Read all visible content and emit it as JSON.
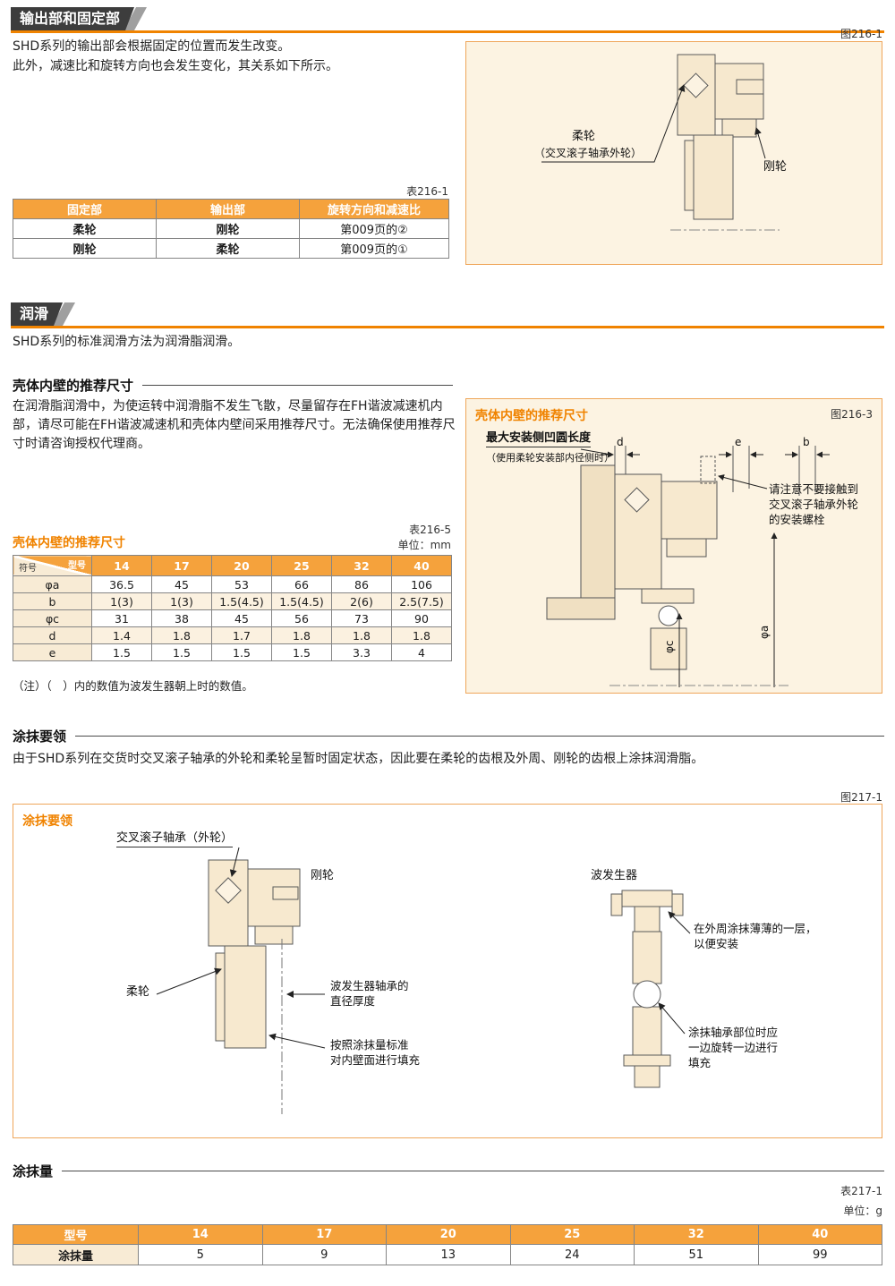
{
  "colors": {
    "accent_orange": "#F08300",
    "table_header_orange": "#F5A23C",
    "banner_dark": "#3D3D3D",
    "figure_bg_cream": "#FCF3E2",
    "cell_cream": "#F8EBD5"
  },
  "section1": {
    "title": "输出部和固定部",
    "para1": "SHD系列的输出部会根据固定的位置而发生改变。",
    "para2": "此外，减速比和旋转方向也会发生变化，其关系如下所示。",
    "figure": {
      "tag": "图216-1",
      "label_flexspline": "柔轮",
      "label_flexspline_sub": "（交叉滚子轴承外轮）",
      "label_circular": "刚轮"
    },
    "table": {
      "tag": "表216-1",
      "headers": [
        "固定部",
        "输出部",
        "旋转方向和减速比"
      ],
      "rows": [
        [
          "柔轮",
          "刚轮",
          "第009页的②"
        ],
        [
          "刚轮",
          "柔轮",
          "第009页的①"
        ]
      ]
    }
  },
  "section2": {
    "title": "润滑",
    "para": "SHD系列的标准润滑方法为润滑脂润滑。",
    "subtitle": "壳体内壁的推荐尺寸",
    "body": "在润滑脂润滑中，为使运转中润滑脂不发生飞散，尽量留存在FH谐波减速机内部，请尽可能在FH谐波减速机和壳体内壁间采用推荐尺寸。无法确保使用推荐尺寸时请咨询授权代理商。",
    "figure": {
      "tag": "图216-3",
      "title": "壳体内壁的推荐尺寸",
      "note_line1": "最大安装侧凹圆长度",
      "note_line2": "（使用柔轮安装部内径侧时）",
      "dim_d": "d",
      "dim_e": "e",
      "dim_b": "b",
      "callout": "请注意不要接触到\n交叉滚子轴承外轮\n的安装螺栓",
      "dim_phi_c": "φc",
      "dim_phi_a": "φa"
    },
    "table": {
      "tag": "表216-5",
      "unit": "单位：mm",
      "title": "壳体内壁的推荐尺寸",
      "corner_top": "型号",
      "corner_bottom": "符号",
      "models": [
        "14",
        "17",
        "20",
        "25",
        "32",
        "40"
      ],
      "rows": [
        {
          "label": "φa",
          "values": [
            "36.5",
            "45",
            "53",
            "66",
            "86",
            "106"
          ]
        },
        {
          "label": "b",
          "values": [
            "1(3)",
            "1(3)",
            "1.5(4.5)",
            "1.5(4.5)",
            "2(6)",
            "2.5(7.5)"
          ]
        },
        {
          "label": "φc",
          "values": [
            "31",
            "38",
            "45",
            "56",
            "73",
            "90"
          ]
        },
        {
          "label": "d",
          "values": [
            "1.4",
            "1.8",
            "1.7",
            "1.8",
            "1.8",
            "1.8"
          ]
        },
        {
          "label": "e",
          "values": [
            "1.5",
            "1.5",
            "1.5",
            "1.5",
            "3.3",
            "4"
          ]
        }
      ],
      "note": "（注）（　）内的数值为波发生器朝上时的数值。"
    }
  },
  "section3": {
    "subtitle": "涂抹要领",
    "body": "由于SHD系列在交货时交叉滚子轴承的外轮和柔轮呈暂时固定状态，因此要在柔轮的齿根及外周、刚轮的齿根上涂抹润滑脂。",
    "figure": {
      "tag": "图217-1",
      "title": "涂抹要领",
      "label_bearing": "交叉滚子轴承（外轮）",
      "label_circular": "刚轮",
      "label_wave_gen": "波发生器",
      "label_flexspline": "柔轮",
      "note_bearing_thickness": "波发生器轴承的\n直径厚度",
      "note_fill_wall": "按照涂抹量标准\n对内壁面进行填充",
      "note_thin_layer": "在外周涂抹薄薄的一层，\n以便安装",
      "note_rotate_fill": "涂抹轴承部位时应\n一边旋转一边进行\n填充"
    }
  },
  "section4": {
    "subtitle": "涂抹量",
    "table": {
      "tag": "表217-1",
      "unit": "单位：g",
      "header_label": "型号",
      "models": [
        "14",
        "17",
        "20",
        "25",
        "32",
        "40"
      ],
      "row_label": "涂抹量",
      "values": [
        "5",
        "9",
        "13",
        "24",
        "51",
        "99"
      ]
    }
  }
}
